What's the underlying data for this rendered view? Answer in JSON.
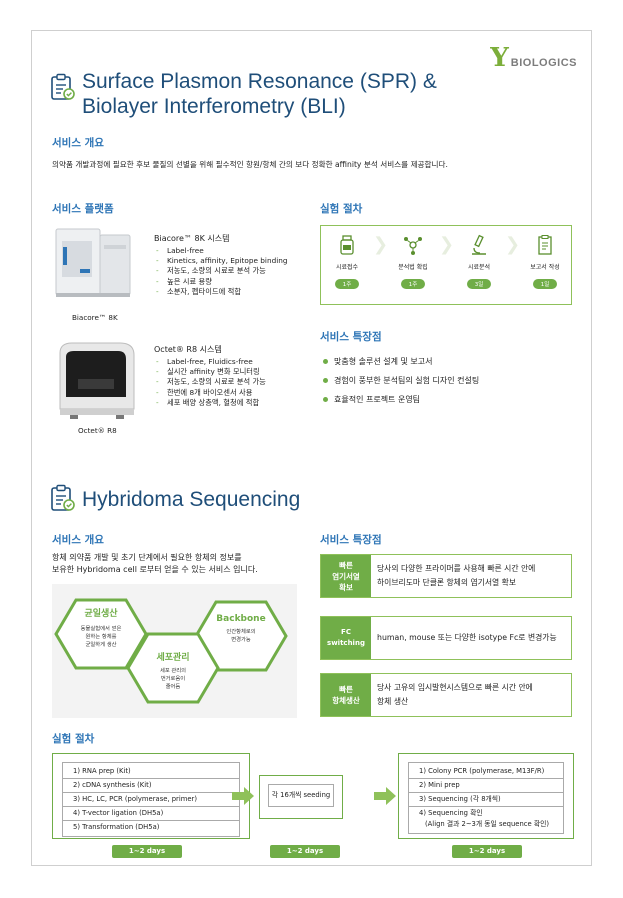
{
  "logo": {
    "mark": "Y",
    "text": "BIOLOGICS"
  },
  "spr": {
    "title_line1": "Surface Plasmon Resonance (SPR) &",
    "title_line2": "Biolayer Interferometry (BLI)",
    "overview_heading": "서비스 개요",
    "overview_text": "의약품 개발과정에 필요한 후보 물질의 선별을 위해 필수적인 항원/항체 간의 보다 정확한 affinity 분석 서비스를 제공합니다.",
    "platform_heading": "서비스 플랫폼",
    "biacore": {
      "title": "Biacore™ 8K 시스템",
      "bullets": [
        "Label-free",
        "Kinetics, affinity, Epitope binding",
        "저농도, 소량의 시료로 분석 가능",
        "높은 시료 용량",
        "소분자, 펩타이드에 적합"
      ],
      "caption": "Biacore™ 8K"
    },
    "octet": {
      "title": "Octet® R8 시스템",
      "bullets": [
        "Label-free, Fluidics-free",
        "실시간 affinity 변화 모니터링",
        "저농도, 소량의 시료로 분석 가능",
        "한번에 8개 바이오센서 사용",
        "세포 배양 상층액, 혈청에 적합"
      ],
      "caption": "Octet® R8"
    },
    "procedure_heading": "실험 절차",
    "procedure_steps": [
      {
        "label": "시료접수",
        "pill": "1주",
        "icon": "sample-bottle-icon"
      },
      {
        "label": "분석법 확립",
        "pill": "1주",
        "icon": "molecule-icon"
      },
      {
        "label": "시료분석",
        "pill": "3일",
        "icon": "microscope-icon"
      },
      {
        "label": "보고서 작성",
        "pill": "1일",
        "icon": "report-icon"
      }
    ],
    "features_heading": "서비스 특장점",
    "features": [
      "맞춤형 솔루션 설계 및 보고서",
      "경험이 풍부한 분석팀의 실험 디자인 컨설팅",
      "효율적인 프로젝트 운영팀"
    ]
  },
  "hybridoma": {
    "title": "Hybridoma Sequencing",
    "overview_heading": "서비스 개요",
    "overview_line1": "항체 의약품 개발 및 초기 단계에서 필요한 항체의 정보를",
    "overview_line2": "보유한 Hybridoma cell 로부터 얻을 수 있는 서비스 입니다.",
    "diagram": {
      "hex1_title": "균일생산",
      "hex1_text": [
        "동물실험에서 얻은",
        "원하는 항체를",
        "균일하게 생산"
      ],
      "hex2_title": "세포관리",
      "hex2_text": [
        "세포 관리의",
        "번거로움이",
        "줄어듬"
      ],
      "hex3_title": "Backbone",
      "hex3_text": [
        "인간항체로의",
        "변경가능"
      ]
    },
    "features_heading": "서비스 특장점",
    "features": [
      {
        "label_lines": [
          "빠른",
          "염기서열",
          "확보"
        ],
        "text_lines": [
          "당사의 다양한 프라이머를 사용해 빠른 시간 안에",
          "하이브리도마 단클론 항체의 염기서열 확보"
        ]
      },
      {
        "label_lines": [
          "FC switching"
        ],
        "text_lines": [
          "human, mouse 또는 다양한 isotype Fc로 변경가능"
        ]
      },
      {
        "label_lines": [
          "빠른",
          "항체생산"
        ],
        "text_lines": [
          "당사 고유의 임시발현시스템으로 빠른 시간 안에",
          "항체 생산"
        ]
      }
    ],
    "procedure_heading": "실험 절차",
    "workflow": [
      {
        "lines": [
          "1) RNA prep (Kit)",
          "2) cDNA synthesis (Kit)",
          "3) HC, LC, PCR (polymerase, primer)",
          "4) T-vector ligation (DH5a)",
          "5) Transformation (DH5a)"
        ],
        "days": "1~2 days"
      },
      {
        "lines": [
          "각 16개씩 seeding"
        ],
        "days": "1~2 days"
      },
      {
        "lines": [
          "1) Colony PCR (polymerase, M13F/R)",
          "2) Mini prep",
          "3) Sequencing (각 8개씩)",
          "4) Sequencing 확인",
          "(Align 결과 2~3개 동일 sequence 확인)"
        ],
        "days": "1~2 days"
      }
    ]
  },
  "colors": {
    "green": "#70ad47",
    "blue": "#2e75b6",
    "title": "#1f4e79"
  }
}
